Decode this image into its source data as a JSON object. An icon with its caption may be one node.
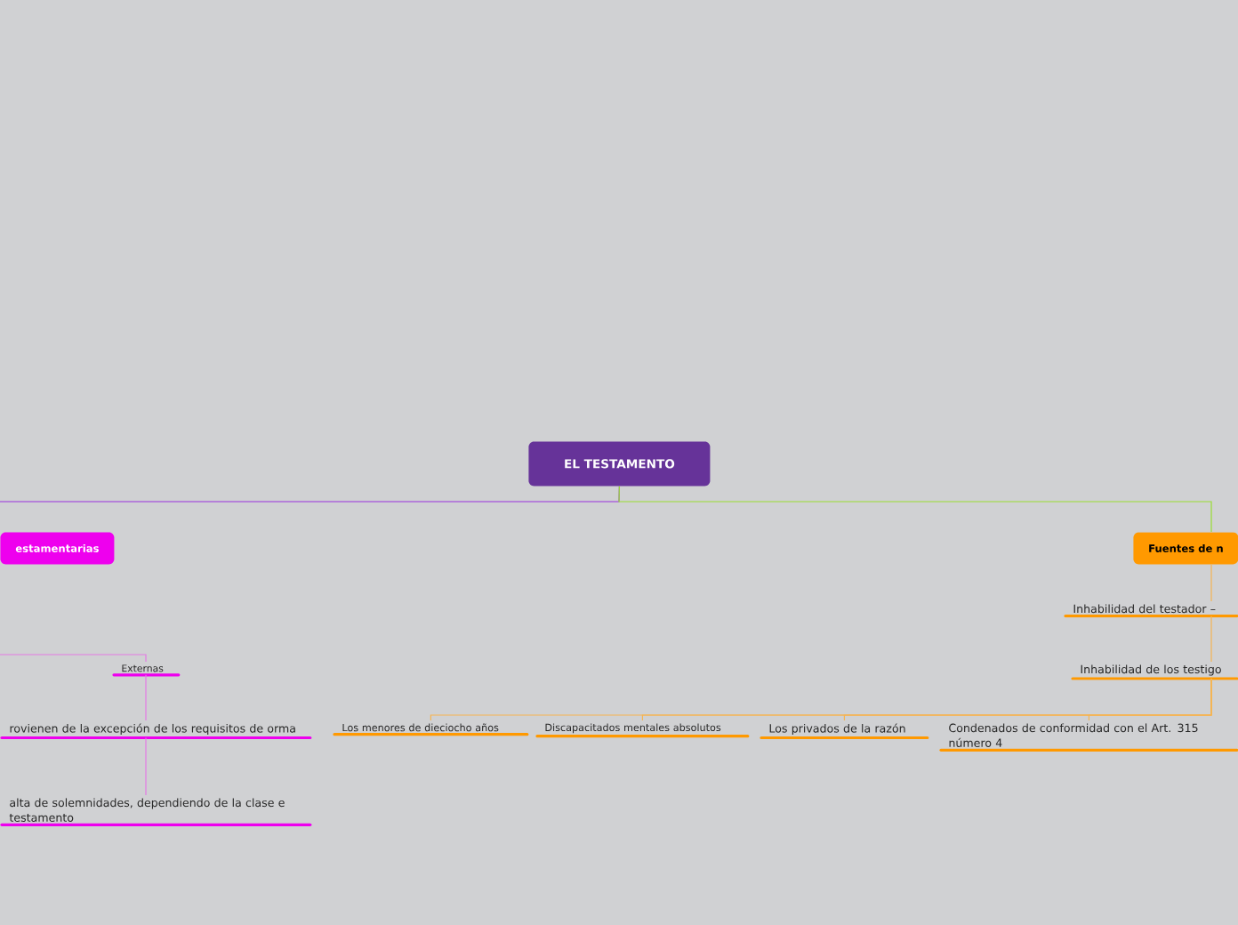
{
  "diagram": {
    "nodes": [
      {
        "text": [
          "EL TESTAMENTO"
        ]
      },
      {
        "text": [
          "estamentarias"
        ]
      },
      {
        "text": [
          "Externas"
        ]
      },
      {
        "text": [
          "rovienen de la excepción de los requisitos de orma"
        ]
      },
      {
        "text": [
          "alta de solemnidades, dependiendo de la clase e testamento"
        ]
      },
      {
        "text": [
          "Fuentes de n"
        ]
      },
      {
        "text": [
          "Inhabilidad del testador –"
        ]
      },
      {
        "text": [
          "Inhabilidad de los testigo"
        ]
      },
      {
        "text": [
          "Los menores de dieciocho años"
        ]
      },
      {
        "text": [
          "Discapacitados mentales absolutos"
        ]
      },
      {
        "text": [
          "Los privados de la razón"
        ]
      },
      {
        "text": [
          "Condenados de conformidad con el Art. 315 número 4"
        ]
      }
    ],
    "edges": [
      {
        "from": 0,
        "to": null,
        "arrow": "none",
        "color": "#9933dd"
      },
      {
        "from": 0,
        "to": 5,
        "arrow": "none",
        "color": "#99dd33"
      },
      {
        "from": null,
        "to": 2,
        "arrow": "none",
        "color": "#e47ae4"
      },
      {
        "from": 2,
        "to": 3,
        "arrow": "none",
        "color": "#e47ae4"
      },
      {
        "from": 3,
        "to": 4,
        "arrow": "none",
        "color": "#e47ae4"
      },
      {
        "from": 5,
        "to": 6,
        "arrow": "none"
      },
      {
        "from": 6,
        "to": 7,
        "arrow": "none"
      },
      {
        "from": 7,
        "to": 8,
        "arrow": "none"
      },
      {
        "from": 7,
        "to": 9,
        "arrow": "none"
      },
      {
        "from": 7,
        "to": 10,
        "arrow": "none"
      },
      {
        "from": 7,
        "to": 11,
        "arrow": "none"
      }
    ]
  }
}
